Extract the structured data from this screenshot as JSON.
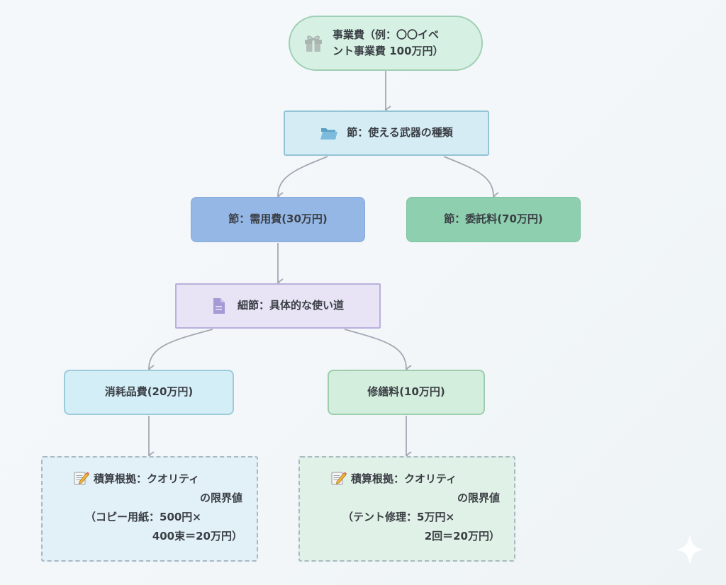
{
  "diagram": {
    "root": {
      "icon": "gift-icon",
      "line1": "事業費（例：〇〇イベ",
      "line2": "ント事業費 100万円）"
    },
    "section_types": {
      "icon": "folder-icon",
      "label": "節：使える武器の種類"
    },
    "section_supplies": {
      "label": "節：需用費(30万円)"
    },
    "section_outsourcing": {
      "label": "節：委託料(70万円)"
    },
    "subsection": {
      "icon": "document-icon",
      "label": "細節：具体的な使い道"
    },
    "consumables": {
      "label": "消耗品費(20万円)"
    },
    "repair": {
      "label": "修繕料(10万円)"
    },
    "notes": [
      {
        "icon": "memo-pencil-icon",
        "line1": "積算根拠：クオリティ",
        "line2": "の限界値",
        "line3": "（コピー用紙：500円×",
        "line4": "400束＝20万円）"
      },
      {
        "icon": "memo-pencil-icon",
        "line1": "積算根拠：クオリティ",
        "line2": "の限界値",
        "line3": "（テント修理：5万円×",
        "line4": "2回＝20万円）"
      }
    ],
    "edges": [
      {
        "from": "root",
        "to": "section_types"
      },
      {
        "from": "section_types",
        "to": "section_supplies"
      },
      {
        "from": "section_types",
        "to": "section_outsourcing"
      },
      {
        "from": "section_supplies",
        "to": "subsection"
      },
      {
        "from": "subsection",
        "to": "consumables"
      },
      {
        "from": "subsection",
        "to": "repair"
      },
      {
        "from": "consumables",
        "to": "note_consumables"
      },
      {
        "from": "repair",
        "to": "note_repair"
      }
    ],
    "colors": {
      "root_fill": "#d6f1e3",
      "section_fill": "#d6ecf5",
      "supplies_fill": "#94b7e6",
      "outsourcing_fill": "#8dcfae",
      "subsection_fill": "#e8e4f6",
      "consumables_fill": "#d4eef7",
      "repair_fill": "#d3eedc",
      "edge": "#a4a8b4"
    }
  }
}
